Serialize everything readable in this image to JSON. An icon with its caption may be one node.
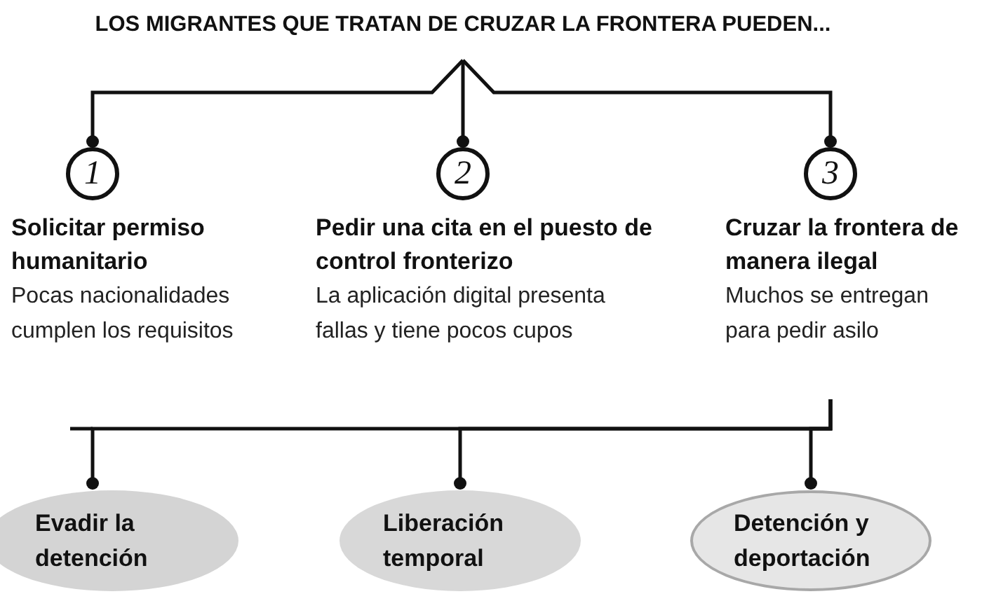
{
  "diagram": {
    "nodes": [
      {
        "text": [
          "LOS MIGRANTES QUE TRATAN DE CRUZAR LA FRONTERA PUEDEN..."
        ]
      },
      {
        "text": [
          "1",
          "Solicitar permiso humanitario",
          "Pocas nacionalidades cumplen los requisitos"
        ]
      },
      {
        "text": [
          "2",
          "Pedir una cita en el puesto de control fronterizo",
          "La aplicación digital presenta fallas y tiene pocos cupos"
        ]
      },
      {
        "text": [
          "3",
          "Cruzar la frontera de manera ilegal",
          "Muchos se entregan para pedir asilo"
        ]
      },
      {
        "text": [
          "Evadir la detención"
        ]
      },
      {
        "text": [
          "Liberación temporal"
        ]
      },
      {
        "text": [
          "Detención y deportación"
        ]
      }
    ],
    "edges": [
      {
        "from": 0,
        "to": 1,
        "arrow": "other"
      },
      {
        "from": 0,
        "to": 2,
        "arrow": "other"
      },
      {
        "from": 0,
        "to": 3,
        "arrow": "other"
      },
      {
        "from": 3,
        "to": 4,
        "arrow": "other"
      },
      {
        "from": 3,
        "to": 5,
        "arrow": "other"
      },
      {
        "from": 3,
        "to": 6,
        "arrow": "other"
      }
    ]
  }
}
